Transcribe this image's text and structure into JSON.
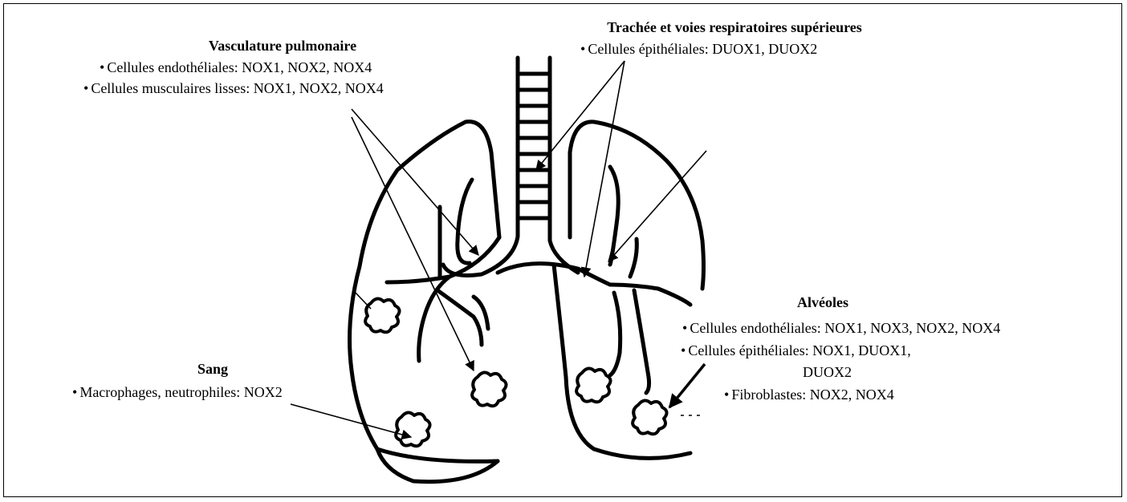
{
  "labels": {
    "vasculature": {
      "title": "Vasculature pulmonaire",
      "items": [
        "Cellules endothéliales: NOX1, NOX2, NOX4",
        "Cellules musculaires lisses: NOX1, NOX2, NOX4"
      ]
    },
    "trachea": {
      "title": "Trachée et voies respiratoires supérieures",
      "items": [
        "Cellules épithéliales: DUOX1, DUOX2"
      ]
    },
    "alveoles": {
      "title": "Alvéoles",
      "items": [
        "Cellules endothéliales: NOX1, NOX3, NOX2, NOX4",
        "Cellules épithéliales: NOX1, DUOX1,",
        "DUOX2",
        "Fibroblastes: NOX2, NOX4"
      ]
    },
    "sang": {
      "title": "Sang",
      "items": [
        "Macrophages, neutrophiles: NOX2"
      ]
    }
  }
}
